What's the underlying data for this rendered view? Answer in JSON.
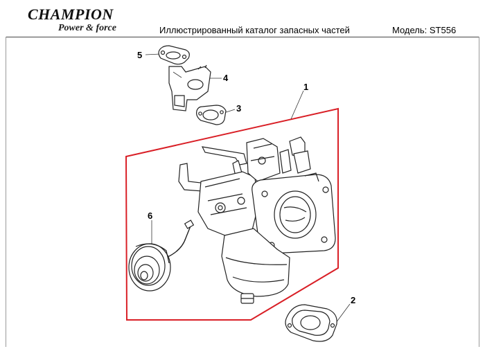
{
  "header": {
    "brand": "CHAMPION",
    "tagline": "Power & force",
    "title": "Иллюстрированный каталог запасных частей",
    "model": "Модель: ST556"
  },
  "callouts": [
    "1",
    "2",
    "3",
    "4",
    "5",
    "6"
  ],
  "colors": {
    "outline": "#d91f26",
    "lines": "#222222"
  }
}
